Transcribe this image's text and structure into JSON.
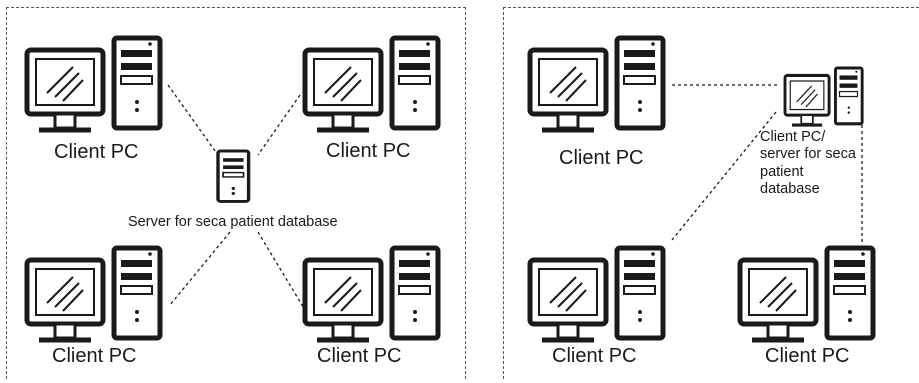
{
  "colors": {
    "stroke": "#1a1a1a",
    "dashed_border": "#555555",
    "background": "#ffffff"
  },
  "left_network": {
    "clients": [
      {
        "label": "Client PC",
        "icon": "workstation-icon"
      },
      {
        "label": "Client PC",
        "icon": "workstation-icon"
      },
      {
        "label": "Client PC",
        "icon": "workstation-icon"
      },
      {
        "label": "Client PC",
        "icon": "workstation-icon"
      }
    ],
    "server": {
      "label": "Server for seca patient database",
      "icon": "server-icon"
    }
  },
  "right_network": {
    "clients": [
      {
        "label": "Client PC",
        "icon": "workstation-icon"
      },
      {
        "label": "Client PC",
        "icon": "workstation-icon"
      },
      {
        "label": "Client PC",
        "icon": "workstation-icon"
      }
    ],
    "client_server": {
      "label_lines": [
        "Client PC/",
        "server for seca",
        "patient",
        "database"
      ],
      "icon": "workstation-server-icon"
    }
  }
}
